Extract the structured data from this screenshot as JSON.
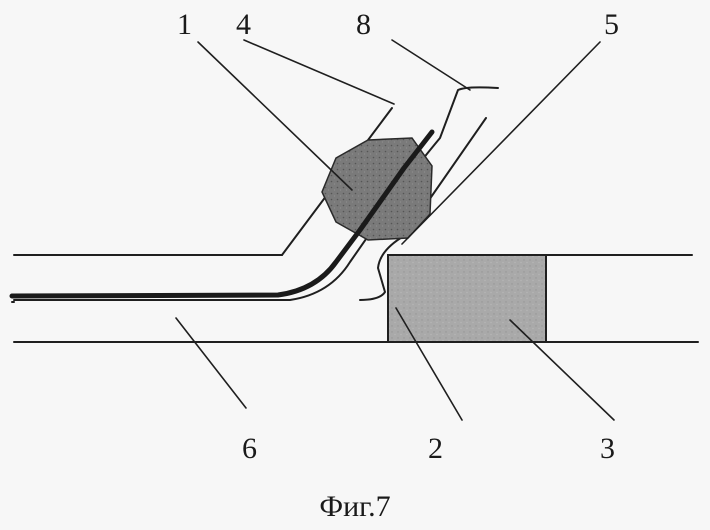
{
  "figure": {
    "caption": "Фиг.7",
    "labels": {
      "label_1": "1",
      "label_2": "2",
      "label_3": "3",
      "label_4": "4",
      "label_5": "5",
      "label_6": "6",
      "label_8": "8"
    },
    "colors": {
      "line": "#1f1f1f",
      "hatch_dark": "#6e6e6e",
      "block_fill": "#a9a9a9",
      "background": "#f7f7f7"
    }
  }
}
